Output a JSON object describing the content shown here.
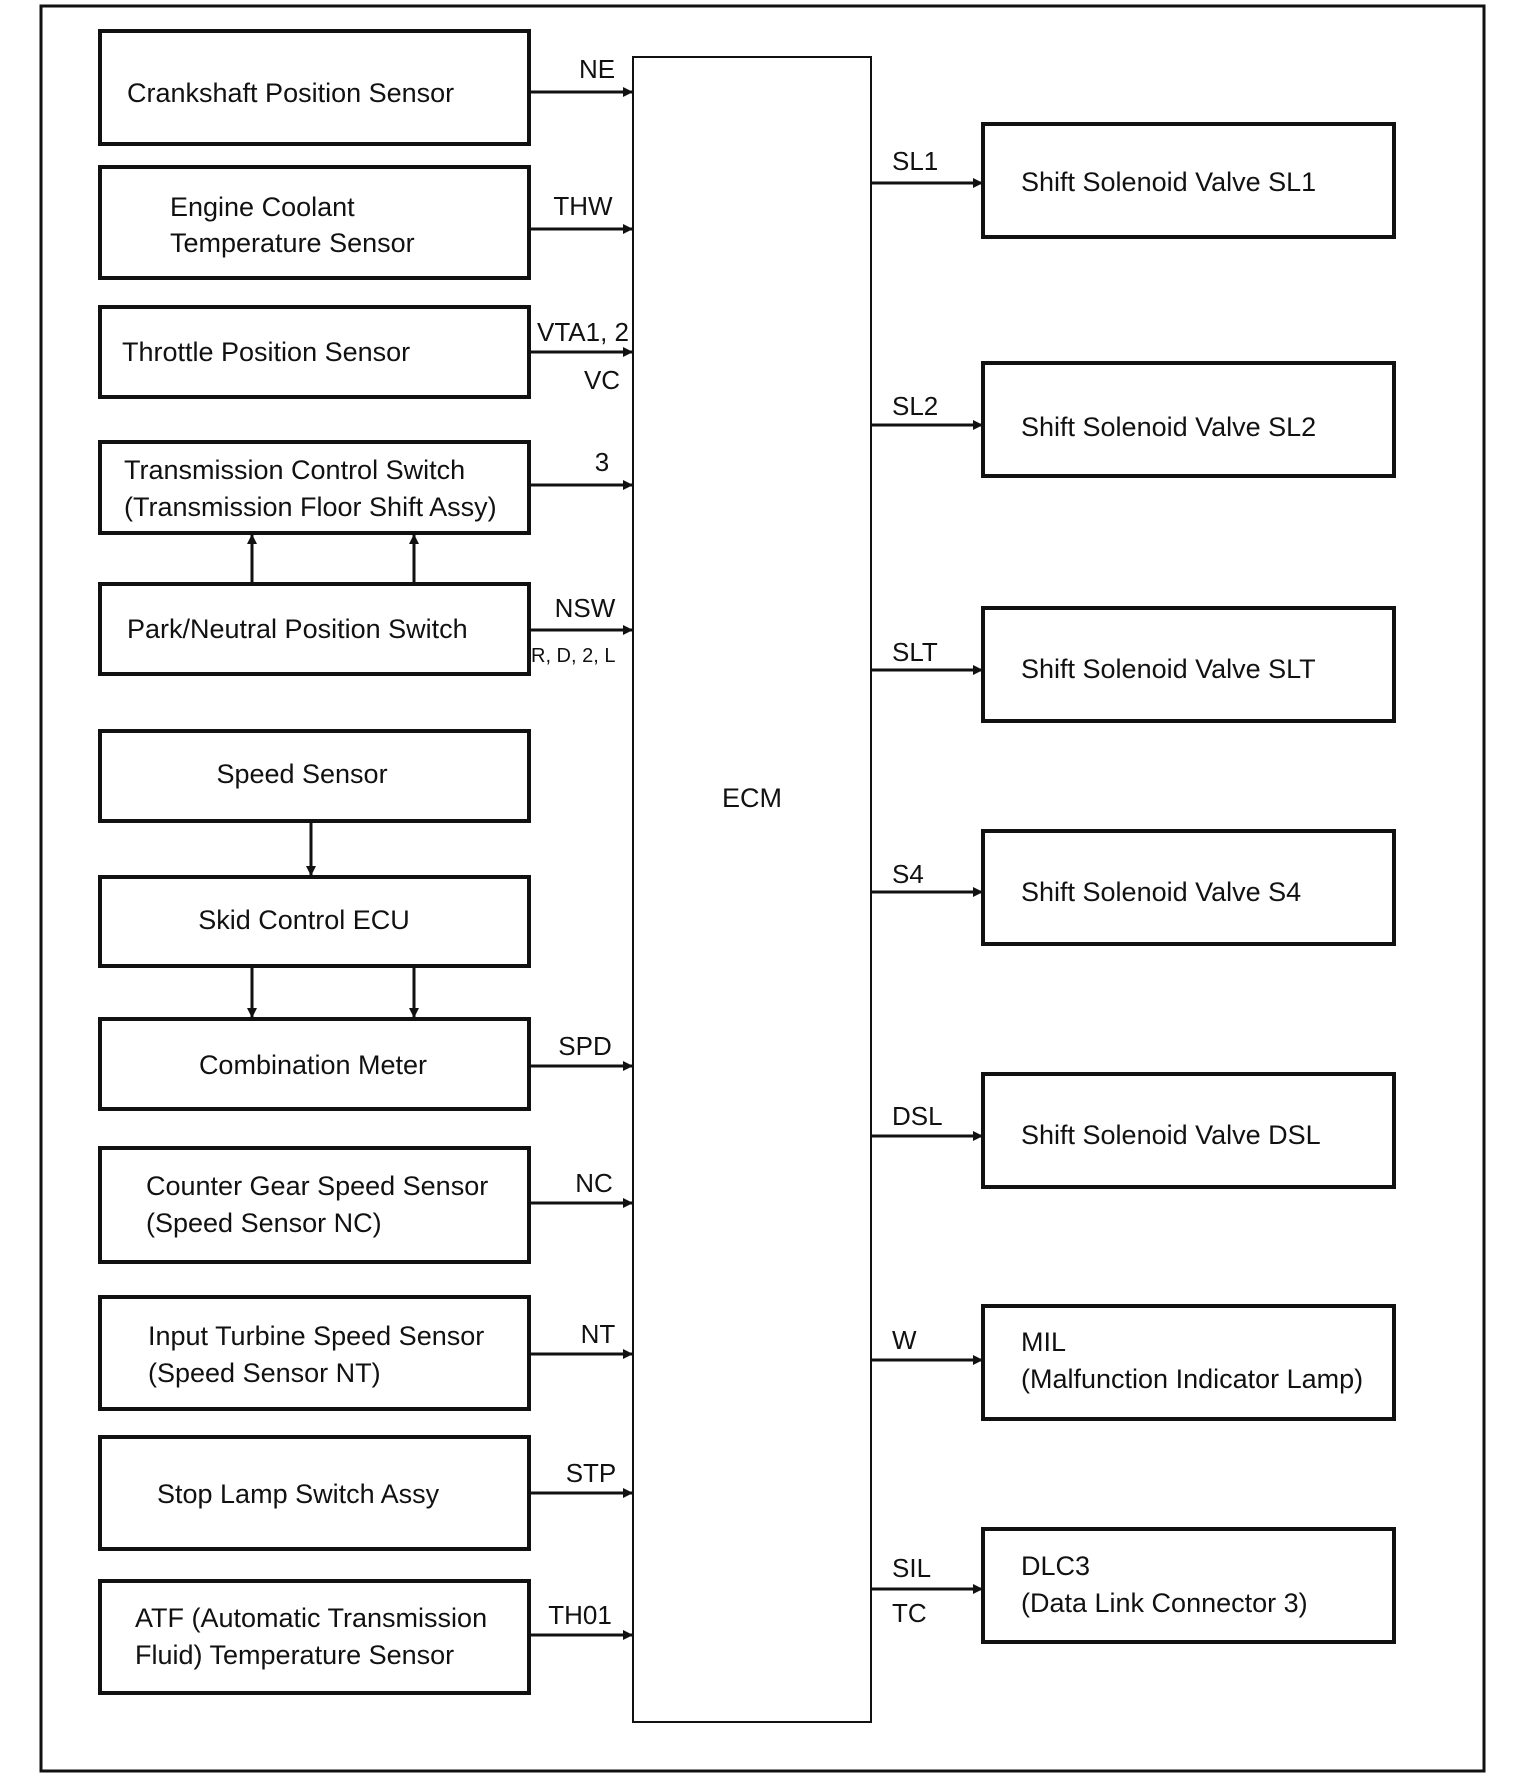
{
  "ecm": {
    "label": "ECM"
  },
  "inputs": [
    {
      "id": "crankshaft",
      "lines": [
        "Crankshaft Position Sensor"
      ],
      "signal": "NE"
    },
    {
      "id": "coolant",
      "lines": [
        "Engine Coolant",
        "Temperature Sensor"
      ],
      "signal": "THW"
    },
    {
      "id": "throttle",
      "lines": [
        "Throttle Position Sensor"
      ],
      "signal": "VTA1, 2",
      "signal2": "VC"
    },
    {
      "id": "trans-switch",
      "lines": [
        "Transmission Control Switch",
        "(Transmission Floor Shift Assy)"
      ],
      "signal": "3"
    },
    {
      "id": "park-neutral",
      "lines": [
        "Park/Neutral Position Switch"
      ],
      "signal": "NSW",
      "signal2": "R, D, 2, L"
    },
    {
      "id": "speed-sensor",
      "lines": [
        "Speed Sensor"
      ]
    },
    {
      "id": "skid-ecu",
      "lines": [
        "Skid Control ECU"
      ]
    },
    {
      "id": "combination-meter",
      "lines": [
        "Combination Meter"
      ],
      "signal": "SPD"
    },
    {
      "id": "counter-gear",
      "lines": [
        "Counter Gear Speed Sensor",
        "(Speed Sensor NC)"
      ],
      "signal": "NC"
    },
    {
      "id": "input-turbine",
      "lines": [
        "Input Turbine Speed Sensor",
        "(Speed Sensor NT)"
      ],
      "signal": "NT"
    },
    {
      "id": "stop-lamp",
      "lines": [
        "Stop Lamp Switch Assy"
      ],
      "signal": "STP"
    },
    {
      "id": "atf-temp",
      "lines": [
        "ATF (Automatic Transmission",
        "Fluid) Temperature Sensor"
      ],
      "signal": "TH01"
    }
  ],
  "outputs": [
    {
      "id": "sl1",
      "lines": [
        "Shift Solenoid Valve SL1"
      ],
      "signal": "SL1"
    },
    {
      "id": "sl2",
      "lines": [
        "Shift Solenoid Valve SL2"
      ],
      "signal": "SL2"
    },
    {
      "id": "slt",
      "lines": [
        "Shift Solenoid Valve SLT"
      ],
      "signal": "SLT"
    },
    {
      "id": "s4",
      "lines": [
        "Shift Solenoid Valve S4"
      ],
      "signal": "S4"
    },
    {
      "id": "dsl",
      "lines": [
        "Shift Solenoid Valve DSL"
      ],
      "signal": "DSL"
    },
    {
      "id": "mil",
      "lines": [
        "MIL",
        "(Malfunction Indicator Lamp)"
      ],
      "signal": "W"
    },
    {
      "id": "dlc3",
      "lines": [
        "DLC3",
        "(Data Link Connector 3)"
      ],
      "signal": "SIL",
      "signal2": "TC"
    }
  ]
}
